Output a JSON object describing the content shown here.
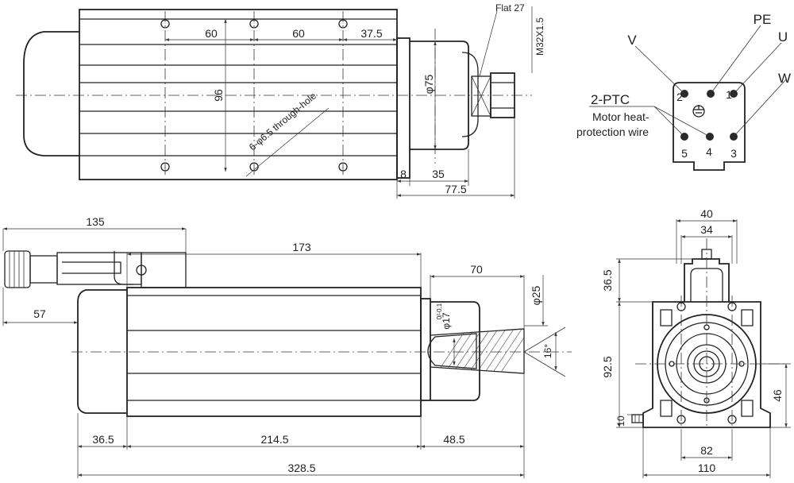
{
  "top_view": {
    "dims": {
      "hole_pitch_1": "60",
      "hole_pitch_2": "60",
      "hole_offset": "37.5",
      "height": "96",
      "through_hole": "6-φ6.5 through-hole",
      "flange_dia": "φ75",
      "flange_offset": "8",
      "nose_len": "35",
      "front_len": "77.5"
    },
    "labels": {
      "flat": "Flat 27",
      "thread": "M32X1.5"
    }
  },
  "connector": {
    "labels": {
      "ptc": "2-PTC",
      "wire_line1": "Motor heat-",
      "wire_line2": "protection wire",
      "pe": "PE",
      "v": "V",
      "u": "U",
      "w": "W"
    },
    "pins": [
      "2",
      "1",
      "5",
      "4",
      "3"
    ]
  },
  "side_view": {
    "dims": {
      "plug_len": "135",
      "body_len": "173",
      "plug_drop": "57",
      "nose_len": "70",
      "shaft_dia": "φ25",
      "bore": "φ17",
      "bore_tol": "0/-0.1",
      "taper": "16°",
      "rear_len": "36.5",
      "mid_len": "214.5",
      "front_len": "48.5",
      "total_len": "328.5"
    }
  },
  "front_view": {
    "dims": {
      "top_w": "40",
      "inner_w": "34",
      "plug_h": "36.5",
      "axis_h": "92.5",
      "base_h": "46",
      "foot_h": "10",
      "hole_pitch": "82",
      "width": "110"
    }
  }
}
